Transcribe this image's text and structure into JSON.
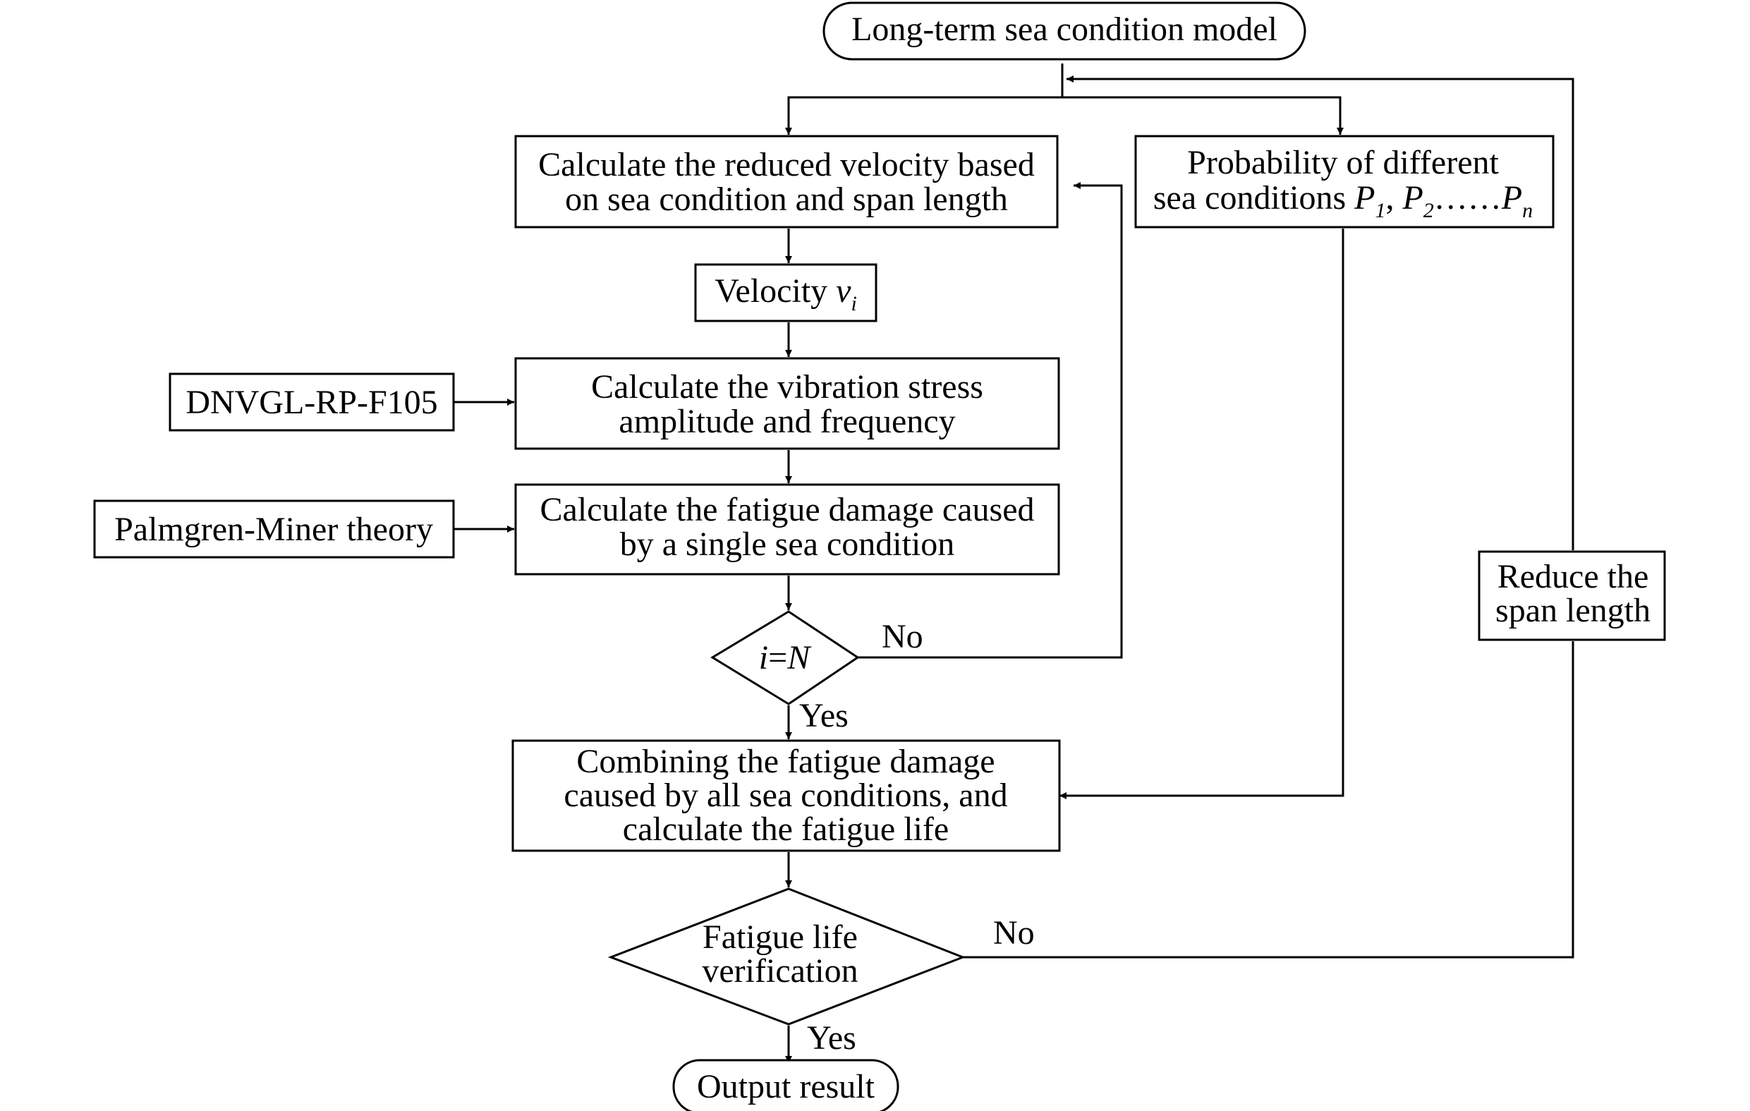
{
  "nodes": {
    "start": "Long-term sea condition model",
    "reduced_velocity": [
      "Calculate the reduced velocity based",
      "on sea condition and span length"
    ],
    "probability": {
      "line1": "Probability of different",
      "line2_prefix": "sea conditions ",
      "p": "P",
      "sub1": "1",
      "sep1": ", ",
      "sub2": "2",
      "dots": "……",
      "subn": "n"
    },
    "velocity": {
      "label": "Velocity ",
      "var": "v",
      "sub": "i"
    },
    "dnvgl": "DNVGL-RP-F105",
    "vibration": [
      "Calculate the vibration stress",
      "amplitude and frequency"
    ],
    "palmgren": "Palmgren-Miner theory",
    "fatigue_damage": [
      "Calculate the fatigue damage caused",
      "by a single sea condition"
    ],
    "decision1": {
      "left": "i",
      "eq": "=",
      "right": "N"
    },
    "combining": [
      "Combining the fatigue damage",
      "caused by all sea conditions, and",
      "calculate the fatigue life"
    ],
    "decision2": [
      "Fatigue life",
      "verification"
    ],
    "reduce_span": [
      "Reduce the",
      "span length"
    ],
    "end": "Output result"
  },
  "edge_labels": {
    "d1_no": "No",
    "d1_yes": "Yes",
    "d2_no": "No",
    "d2_yes": "Yes"
  }
}
